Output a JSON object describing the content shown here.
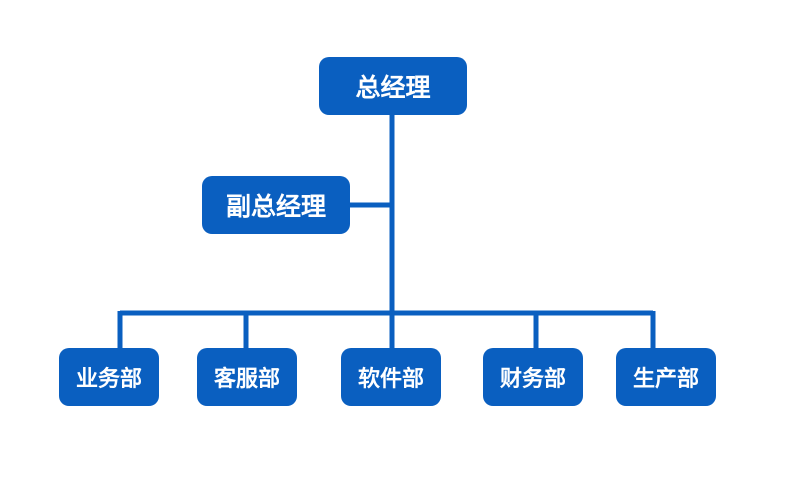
{
  "colors": {
    "node_fill": "#0a5fc0",
    "line": "#0a5fc0",
    "text": "#ffffff"
  },
  "nodes": {
    "ceo": {
      "label": "总经理"
    },
    "vice": {
      "label": "副总经理"
    },
    "departments": [
      {
        "label": "业务部"
      },
      {
        "label": "客服部"
      },
      {
        "label": "软件部"
      },
      {
        "label": "财务部"
      },
      {
        "label": "生产部"
      }
    ]
  }
}
